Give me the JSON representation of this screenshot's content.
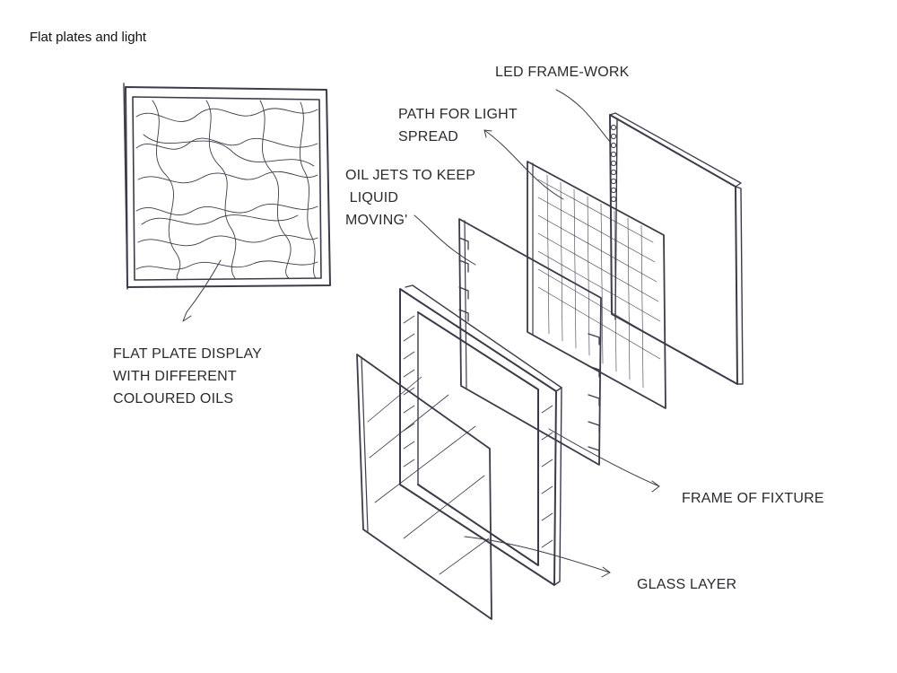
{
  "title": "Flat plates and light",
  "labels": {
    "led_framework": "LED FRAME-WORK",
    "light_path": [
      "PATH FOR LIGHT",
      "SPREAD"
    ],
    "oil_jets": [
      "OIL JETS TO KEEP",
      " LIQUID",
      "MOVING'"
    ],
    "flat_plate": [
      "FLAT PLATE DISPLAY",
      "WITH DIFFERENT",
      "COLOURED OILS"
    ],
    "frame_fixture": "FRAME OF FIXTURE",
    "glass_layer": "GLASS LAYER"
  },
  "colors": {
    "ink": "#3e3a4a",
    "text": "#2a2a30",
    "background": "#ffffff"
  }
}
